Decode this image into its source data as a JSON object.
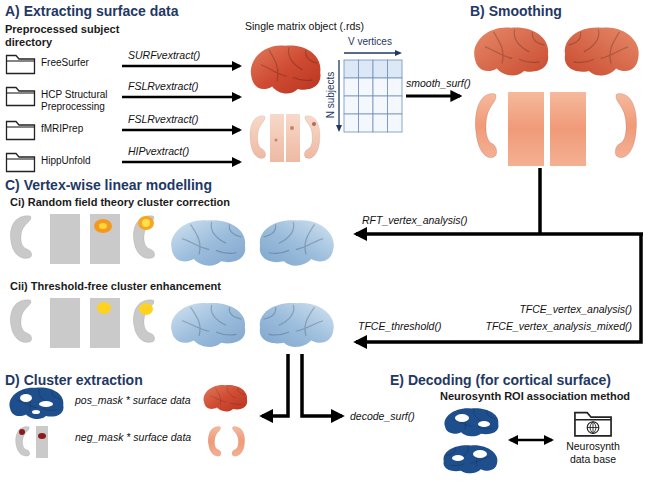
{
  "diagram": {
    "nodes": [
      {
        "text": [
          "FreeSurfer"
        ]
      },
      {
        "text": [
          "HCP Structural Preprocessing"
        ]
      },
      {
        "text": [
          "fMRIPrep"
        ]
      },
      {
        "text": [
          "HippUnfold"
        ]
      },
      {
        "text": [
          "Single matrix object (.rds)",
          "V vertices",
          "N subjects"
        ]
      },
      {
        "text": [
          "Neurosynth data base"
        ]
      }
    ],
    "labels": [
      "A) Extracting surface data",
      "Preprocessed subject directory",
      "SURFvextract()",
      "FSLRvextract()",
      "FSLRvextract()",
      "HIPvextract()",
      "B) Smoothing",
      "smooth_surf()",
      "C) Vertex-wise linear modelling",
      "Ci) Random field theory cluster correction",
      "RFT_vertex_analysis()",
      "Cii) Threshold-free cluster enhancement",
      "TFCE_vertex_analysis()",
      "TFCE_threshold()",
      "TFCE_vertex_analysis_mixed()",
      "D) Cluster extraction",
      "pos_mask * surface data",
      "neg_mask * surface data",
      "E) Decoding (for cortical surface)",
      "decode_surf()",
      "Neurosynth ROI association method"
    ]
  }
}
